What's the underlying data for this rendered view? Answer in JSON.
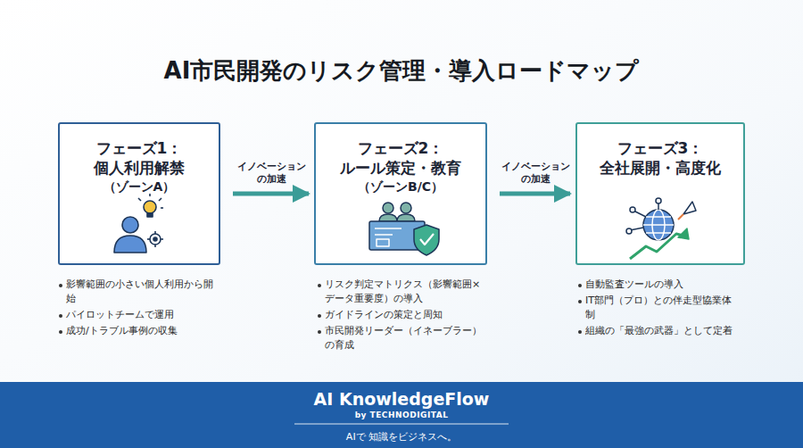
{
  "diagram": {
    "title": "AI市民開発のリスク管理・導入ロードマップ",
    "nodes": [
      {
        "text": [
          "フェーズ1： 個人利用解禁",
          "（ゾーンA）"
        ]
      },
      {
        "text": [
          "フェーズ2： ルール策定・教育",
          "（ゾーンB/C）"
        ]
      },
      {
        "text": [
          "フェーズ3： 全社展開・高度化"
        ]
      }
    ],
    "edges": [
      {
        "from": 0,
        "to": 1,
        "arrow": "to",
        "label": "イノベーション の加速"
      },
      {
        "from": 1,
        "to": 2,
        "arrow": "to",
        "label": "イノベーション の加速"
      }
    ],
    "labels": [
      "影響範囲の小さい個人利用から開始",
      "パイロットチームで運用",
      "成功/トラブル事例の収集",
      "リスク判定マトリクス（影響範囲×データ重要度）の導入",
      "ガイドラインの策定と周知",
      "市民開発リーダー（イネーブラー）の育成",
      "自動監査ツールの導入",
      "IT部門（プロ）との伴走型協業体制",
      "組織の「最強の武器」として定着",
      "AI KnowledgeFlow",
      "by TECHNODIGITAL",
      "AIで 知識をビジネスへ。"
    ]
  }
}
